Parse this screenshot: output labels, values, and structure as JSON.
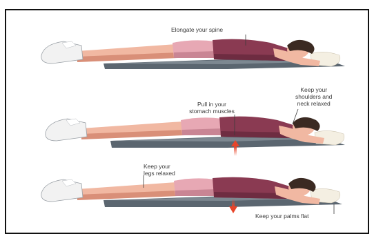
{
  "colors": {
    "skin": "#f1b8a2",
    "skin_shade": "#d98f78",
    "top": "#8a3a52",
    "top_shade": "#6e2c41",
    "shorts": "#e7a8b4",
    "shorts_shade": "#c98594",
    "hair": "#3b2a22",
    "mat": "#5b6670",
    "mat_light": "#7d8891",
    "shoe": "#f2f2f2",
    "pillow": "#f4efe2",
    "arrow": "#e8452a",
    "leader": "#3a3a3a",
    "frame": "#111111"
  },
  "labels": {
    "elongate": "Elongate your spine",
    "pull_in": [
      "Pull in your",
      "stomach muscles"
    ],
    "shoulders": [
      "Keep your",
      "shoulders and",
      "neck relaxed"
    ],
    "legs": [
      "Keep your",
      "legs relaxed"
    ],
    "palms": "Keep your palms flat"
  },
  "arrows": {
    "panel2": "up",
    "panel3": "down"
  }
}
